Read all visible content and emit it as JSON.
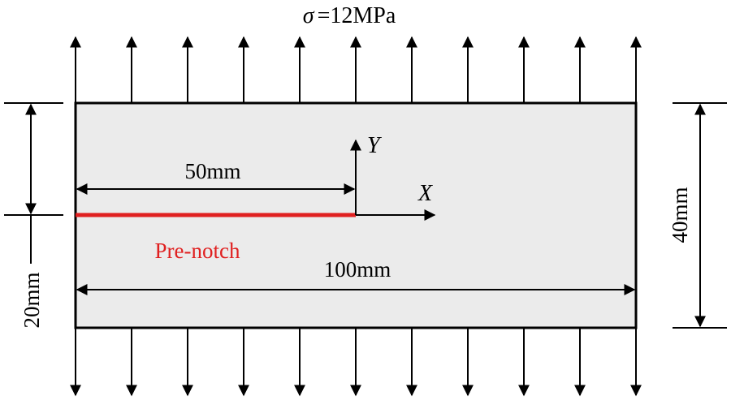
{
  "diagram": {
    "stress_symbol": "σ",
    "stress_value": "=12MPa",
    "crack_label": "Pre-notch",
    "dim_crack_length": "50mm",
    "dim_width": "100mm",
    "dim_height": "40mm",
    "dim_offset": "20mm",
    "axis_x": "X",
    "axis_y": "Y",
    "arrow_count_top": 11,
    "arrow_count_bottom": 11,
    "colors": {
      "plate_fill": "#ebebeb",
      "outline": "#000000",
      "crack": "#e02020",
      "crack_label": "#e02020",
      "text": "#000000"
    }
  }
}
